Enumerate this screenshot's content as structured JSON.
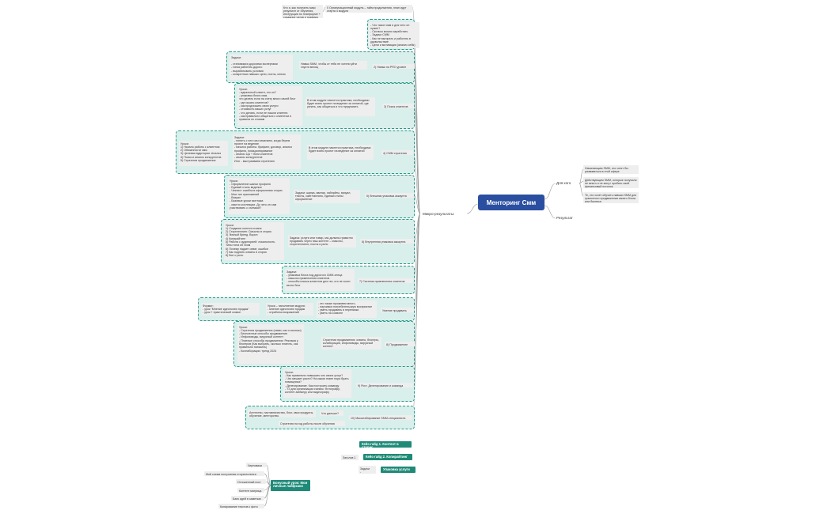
{
  "root": "Менторинг Смм",
  "right": {
    "for_whom": "Для кого",
    "for_whom_notes": [
      "Начинающим SMM, кто хотят бы развиваться в этой сфере",
      "Действующим SMM, которые получили не много и не могут пробить свой финансовый потолок",
      "Те, кто хочет обучить навыки SMM для грамотного продвижения своего блога или бизнеса"
    ],
    "result": "Результат"
  },
  "micro": "Микро-результаты:",
  "modules": [
    {
      "title": "0 Организационный модуль – тайм продолжения, план идут старта 4 модуля",
      "note": "Кто я, как получить макс результат от обучения, инструкция по платформе + создание чатов и графика",
      "lead": ""
    },
    {
      "title": "1) Погружение в SMM",
      "note": "- Что такое смм и для чего он нужен?\n- Сколько можно заработать\n- Задачи СММ\n- Как не выгорать и работать в удовольствие\n- Цели и мотивация (анализ себя)",
      "lead": ""
    },
    {
      "title": "2) Навык на PRO уровне",
      "note": "Навык SMM, чтобы от тебя не хотели уйти спустя месяц",
      "lead": "Задачи:\n\n- становимся дорогими экспертами\n- гонка работать дорого\n- вырабатывать условия\n- конкретные навыки: цели, посты, ключи"
    },
    {
      "title": "3) Поиск клиентов",
      "note": "В этом модуле начнется практика, необходимо будет взять проект на ведение за оплатой, где узнать, как общаться и что предлагать",
      "lead": "Уроки:\n- идеальный клиент, кто он?\n- упаковка блога смм,\n что делать если на счету много своей блог\n- где искать клиентов?\n- как продложить свою услуги\n- стоимость ваших услуг\n- что делать, если не нашли клиента\n- как правильно общаться с клиентом и правила по словам"
    },
    {
      "title": "4) СММ стратегия",
      "note": "В этом модуле начнется практика, необходимо будет взять проект на ведение за оплатой",
      "lead": "Задачи:\n- понять с чего мы начинаем, когда берем проект на ведение\n- начьтся работы: брифинг, договор, анализ профиля, позиционирование\n- анализ ЦА + боли клиентов\n- анализ конкурентов\nИтог - выстраиваем стратегию",
      "outer": "Уроки:\n1) Начало работы с клиентом\n2) Обязанности смм\n3) Целевая аудитория: Анализ\n4) Поиск и анализ конкурентов\n5) Стратегия продвижения"
    },
    {
      "title": "5) Внешняя упаковка аккаунта",
      "note": "Задачи: шапка, аватар, хайлайты, визуал, тексты, сайт/таплинк, единый стиль/оформление",
      "lead": "Уроки:\n- Оформление шапки профиля\n- Единый стиль ведения\n- Чеклист ошибок в оформлении сторис\n- Мои тип приложений\n- Визуал\n- Базовые уроки монтажа\n- смм по коллекции. До чего он сам участвовать с съемкой?"
    },
    {
      "title": "6) Внутренняя упаковка аккаунта",
      "note": "Задача: услуги или товар, мы должны грамотно продавать через наш контент – смыслы, сторителлинги, посты и рилс.",
      "lead": "Уроки:\n1) Создание контент-плана\n2) Сторителлинг. Смыслы в сторис\n3) Личный бренд. Ворон\n4) Копирайтинг\n5) Работа с аудиторией: локальность. Типы тона об эхом\n6) Почему падает охват, ошибки\n7) Как поднять охваты в сторис\n8) Все о рилс"
    },
    {
      "title": "7) Система привлечения клиентов",
      "note": "",
      "lead": "Задачи:\n- упаковка блога под дорогого СММ-спеца\n- смыслы привлечения клиентов\n- способы поиска клиентов для тех, кто не хочет вести блог"
    },
    {
      "title": "Умение продавать",
      "note": "- это также проживем много,\n- научимся потребительскую восприятие\n- уметь продавать в переписки\n- уметь на созвоне",
      "lead": "Уроки – наполнение модуля:\n- мнение идеологию продаж\n- отработка возражений",
      "outer": "Формат:\n- урок \"Мнение идеологию продаж\"\n- урок + практический созвон"
    },
    {
      "title": "8) Продвижение",
      "note": "Стратегии продвижения: охваты, блогеры, колаборации, инфоповоды, вирусный контент",
      "lead": "Уроки:\n- Стратегия продвижения (охват, как и сколько)\n- Бесплатные способы продвижения\n- Инфоповоды, вирусный контент\n- Платные способы продвижения: Реклама у блогеров (Как выбрать, сколько платить, как правильно написать)\n- Коллаборации: тренд 2024"
    },
    {
      "title": "9) Рост. Делегирование и команда",
      "note": "",
      "lead": "Уроки:\n- Как правильно повышать чек своих услуг?\n- Что мешает расти? На каком этапе пора брать помощника?\n- Делегирование. Как построить команду\n- ТЗ для организации съемок. Фотографу, контент-мейкеру или видеографу"
    },
    {
      "title": "10) Масштабирование SMM-специалиста",
      "note": "Что дальше?",
      "lead": "Агентство, наставничество, блог, свои продукты, обучение, менторство.",
      "extra": "Стратегия на год работы после обучения"
    }
  ],
  "bottom": {
    "items": [
      {
        "label": "Кейс-гайд 1. Контент в сторис",
        "pre": ""
      },
      {
        "label": "Кейс-гайд 2. Копирайтинг",
        "pre": "Заголов 1"
      },
      {
        "label": "Упаковка услуги",
        "pre": "Задачи\n-"
      }
    ],
    "bonus": "Бонусный урок: Мои личные лайфхаки",
    "bonus_items": [
      "Черновики",
      "Мой схема построения сторителлинга",
      "Отложенный пост",
      "Контент матрица",
      "Банк идей в заметках",
      "Копирование текстов с фото"
    ]
  }
}
